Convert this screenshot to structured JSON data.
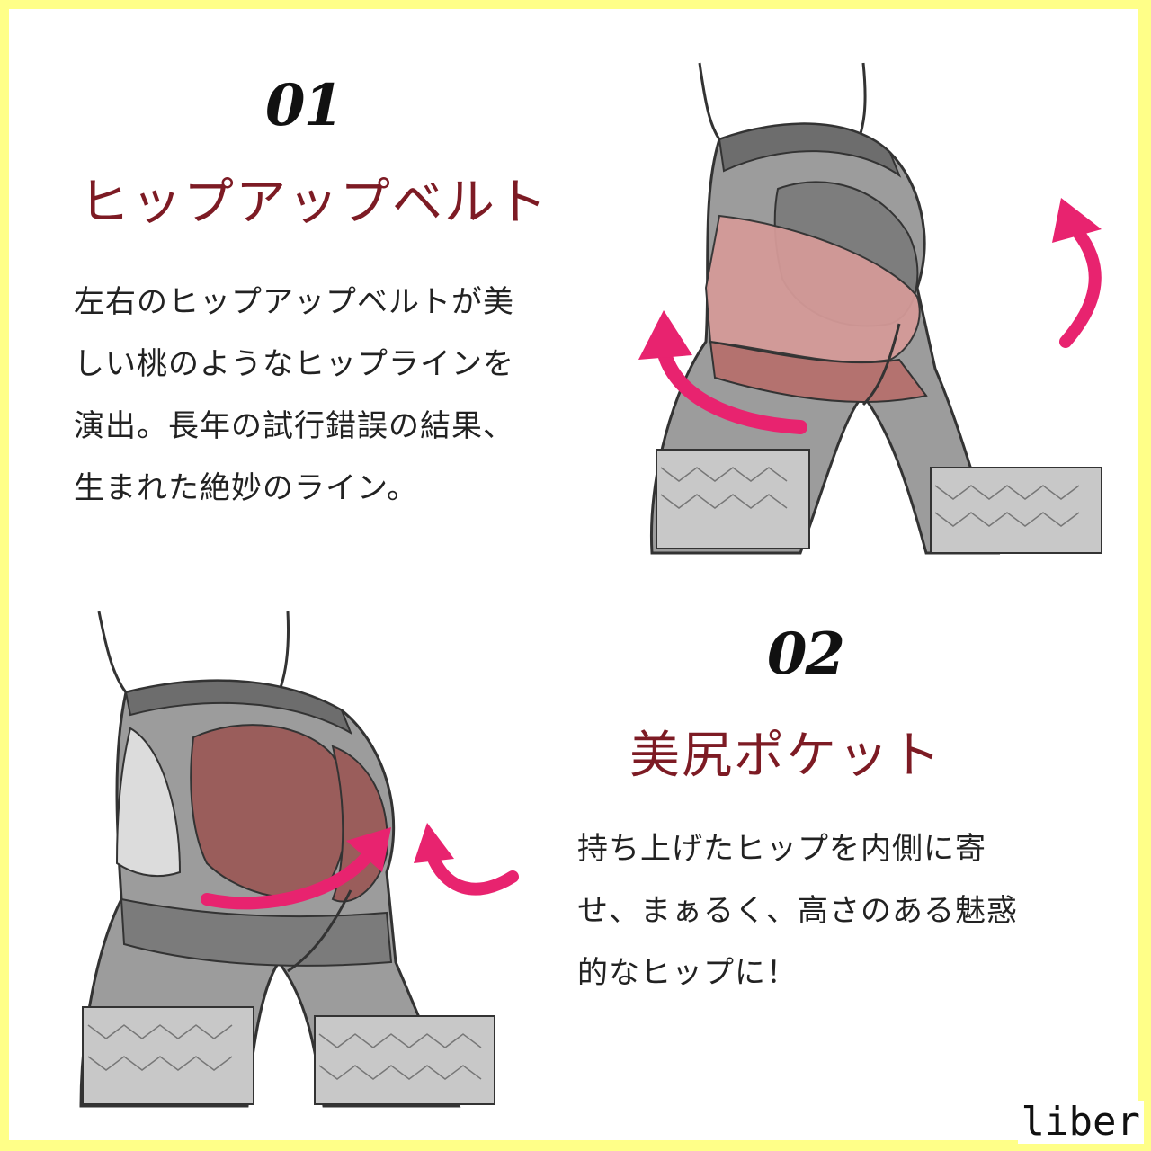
{
  "colors": {
    "accent_red": "#7d1b24",
    "arrow_pink": "#e8236f",
    "border": "#ffff88"
  },
  "section1": {
    "number": "01",
    "title": "ヒップアップベルト",
    "lines": [
      "左右のヒップアップベルトが美",
      "しい桃のようなヒップラインを",
      "演出。長年の試行錯誤の結果、",
      "生まれた絶妙のライン。"
    ],
    "illustration_icon": "hip-up-belt-illustration"
  },
  "section2": {
    "number": "02",
    "title": "美尻ポケット",
    "lines": [
      "持ち上げたヒップを内側に寄",
      "せ、まぁるく、高さのある魅惑",
      "的なヒップに！"
    ],
    "illustration_icon": "hip-pocket-illustration"
  },
  "brand": {
    "name": "liber"
  }
}
